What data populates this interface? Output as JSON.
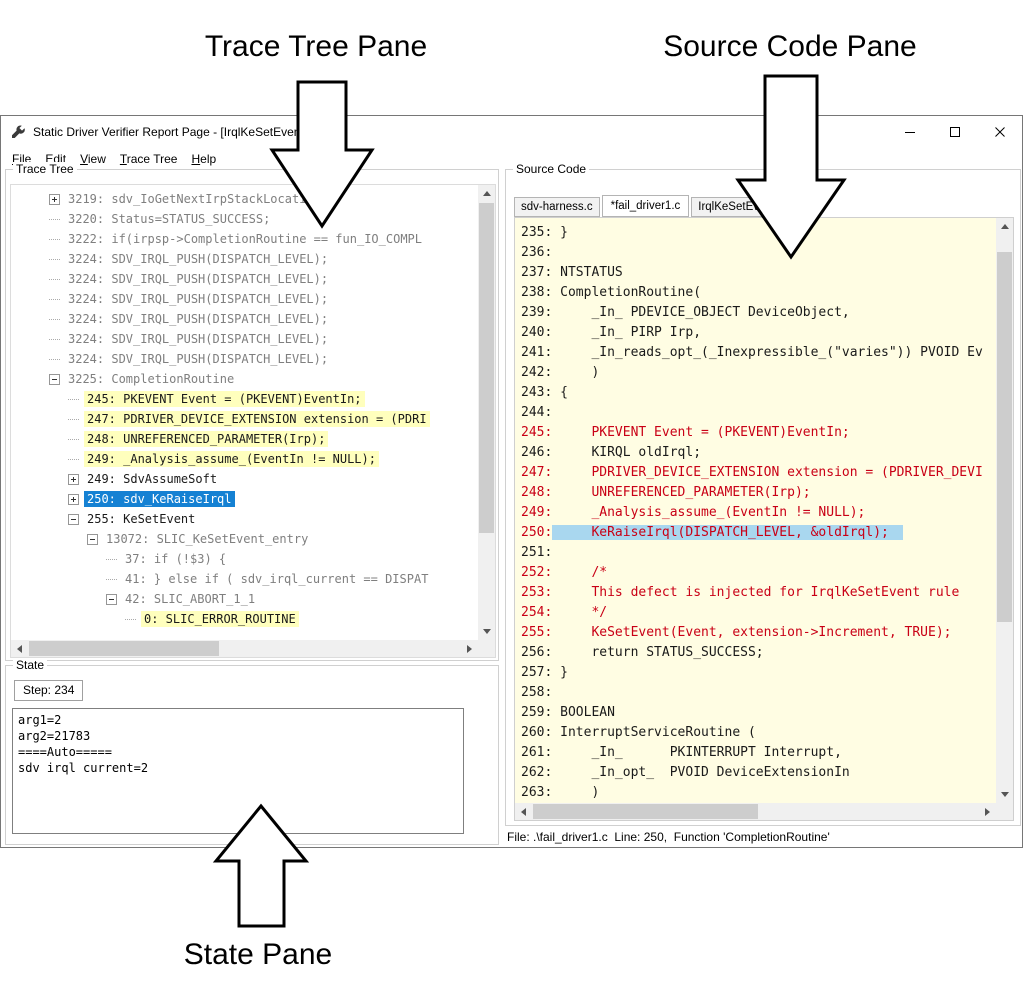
{
  "annotations": {
    "trace_tree_label": "Trace Tree Pane",
    "source_code_label": "Source Code Pane",
    "state_label": "State Pane"
  },
  "window": {
    "title": "Static Driver Verifier Report Page - [IrqlKeSetEvent.s...",
    "menu": [
      "File",
      "Edit",
      "View",
      "Trace Tree",
      "Help"
    ]
  },
  "trace_tree": {
    "group_label": "Trace Tree",
    "items": [
      {
        "text": "3219: sdv_IoGetNextIrpStackLocation",
        "cls": "lvl0 gray plus"
      },
      {
        "text": "3220: Status=STATUS_SUCCESS;",
        "cls": "lvl0 gray leaf"
      },
      {
        "text": "3222: if(irpsp->CompletionRoutine == fun_IO_COMPL",
        "cls": "lvl0 gray leaf"
      },
      {
        "text": "3224: SDV_IRQL_PUSH(DISPATCH_LEVEL);",
        "cls": "lvl0 gray leaf"
      },
      {
        "text": "3224: SDV_IRQL_PUSH(DISPATCH_LEVEL);",
        "cls": "lvl0 gray leaf"
      },
      {
        "text": "3224: SDV_IRQL_PUSH(DISPATCH_LEVEL);",
        "cls": "lvl0 gray leaf"
      },
      {
        "text": "3224: SDV_IRQL_PUSH(DISPATCH_LEVEL);",
        "cls": "lvl0 gray leaf"
      },
      {
        "text": "3224: SDV_IRQL_PUSH(DISPATCH_LEVEL);",
        "cls": "lvl0 gray leaf"
      },
      {
        "text": "3224: SDV_IRQL_PUSH(DISPATCH_LEVEL);",
        "cls": "lvl0 gray leaf"
      },
      {
        "text": "3225: CompletionRoutine",
        "cls": "lvl0 gray minus"
      },
      {
        "text": "245: PKEVENT Event = (PKEVENT)EventIn;",
        "cls": "lvl1 leaf hlyellow"
      },
      {
        "text": "247: PDRIVER_DEVICE_EXTENSION extension = (PDRI",
        "cls": "lvl1 leaf hlyellow"
      },
      {
        "text": "248: UNREFERENCED_PARAMETER(Irp);",
        "cls": "lvl1 leaf hlyellow"
      },
      {
        "text": "249: _Analysis_assume_(EventIn != NULL);",
        "cls": "lvl1 leaf hlyellow"
      },
      {
        "text": "249: SdvAssumeSoft",
        "cls": "lvl1 plus"
      },
      {
        "text": "250: sdv_KeRaiseIrql",
        "cls": "lvl1 plus selected"
      },
      {
        "text": "255: KeSetEvent",
        "cls": "lvl1 minus"
      },
      {
        "text": "13072: SLIC_KeSetEvent_entry",
        "cls": "lvl2 gray minus"
      },
      {
        "text": "37: if (!$3) {",
        "cls": "lvl3 gray leaf"
      },
      {
        "text": "41: } else if ( sdv_irql_current == DISPAT",
        "cls": "lvl3 gray leaf"
      },
      {
        "text": "42: SLIC_ABORT_1_1",
        "cls": "lvl3 gray minus"
      },
      {
        "text": "0: SLIC_ERROR_ROUTINE",
        "cls": "lvl4 leaf hlyellow"
      }
    ]
  },
  "state": {
    "group_label": "State",
    "step_label": "Step: 234",
    "content": "arg1=2\narg2=21783\n====Auto=====\nsdv irql current=2"
  },
  "source": {
    "group_label": "Source Code",
    "tabs": [
      {
        "label": "sdv-harness.c",
        "cls": ""
      },
      {
        "label": "*fail_driver1.c",
        "cls": "active"
      },
      {
        "label": "IrqlKeSetEvent.slic",
        "cls": ""
      }
    ],
    "lines": [
      {
        "num": "235:",
        "code": " }",
        "cls": ""
      },
      {
        "num": "236:",
        "code": "",
        "cls": ""
      },
      {
        "num": "237:",
        "code": " NTSTATUS",
        "cls": ""
      },
      {
        "num": "238:",
        "code": " CompletionRoutine(",
        "cls": ""
      },
      {
        "num": "239:",
        "code": "     _In_ PDEVICE_OBJECT DeviceObject,",
        "cls": ""
      },
      {
        "num": "240:",
        "code": "     _In_ PIRP Irp,",
        "cls": ""
      },
      {
        "num": "241:",
        "code": "     _In_reads_opt_(_Inexpressible_(\"varies\")) PVOID Ev",
        "cls": ""
      },
      {
        "num": "242:",
        "code": "     )",
        "cls": ""
      },
      {
        "num": "243:",
        "code": " {",
        "cls": ""
      },
      {
        "num": "244:",
        "code": "",
        "cls": ""
      },
      {
        "num": "245:",
        "code": "     PKEVENT Event = (PKEVENT)EventIn;",
        "cls": "red"
      },
      {
        "num": "246:",
        "code": "     KIRQL oldIrql;",
        "cls": ""
      },
      {
        "num": "247:",
        "code": "     PDRIVER_DEVICE_EXTENSION extension = (PDRIVER_DEVI",
        "cls": "red"
      },
      {
        "num": "248:",
        "code": "     UNREFERENCED_PARAMETER(Irp);",
        "cls": "red"
      },
      {
        "num": "249:",
        "code": "     _Analysis_assume_(EventIn != NULL);",
        "cls": "red"
      },
      {
        "num": "250:",
        "code": "     KeRaiseIrql(DISPATCH_LEVEL, &oldIrql);",
        "cls": "red hl"
      },
      {
        "num": "251:",
        "code": "",
        "cls": ""
      },
      {
        "num": "252:",
        "code": "     /*",
        "cls": "red"
      },
      {
        "num": "253:",
        "code": "     This defect is injected for IrqlKeSetEvent rule",
        "cls": "red"
      },
      {
        "num": "254:",
        "code": "     */",
        "cls": "red"
      },
      {
        "num": "255:",
        "code": "     KeSetEvent(Event, extension->Increment, TRUE);",
        "cls": "red"
      },
      {
        "num": "256:",
        "code": "     return STATUS_SUCCESS;",
        "cls": ""
      },
      {
        "num": "257:",
        "code": " }",
        "cls": ""
      },
      {
        "num": "258:",
        "code": "",
        "cls": ""
      },
      {
        "num": "259:",
        "code": " BOOLEAN",
        "cls": ""
      },
      {
        "num": "260:",
        "code": " InterruptServiceRoutine (",
        "cls": ""
      },
      {
        "num": "261:",
        "code": "     _In_      PKINTERRUPT Interrupt,",
        "cls": ""
      },
      {
        "num": "262:",
        "code": "     _In_opt_  PVOID DeviceExtensionIn",
        "cls": ""
      },
      {
        "num": "263:",
        "code": "     )",
        "cls": ""
      }
    ],
    "status": "File: .\\fail_driver1.c  Line: 250,  Function 'CompletionRoutine'"
  }
}
